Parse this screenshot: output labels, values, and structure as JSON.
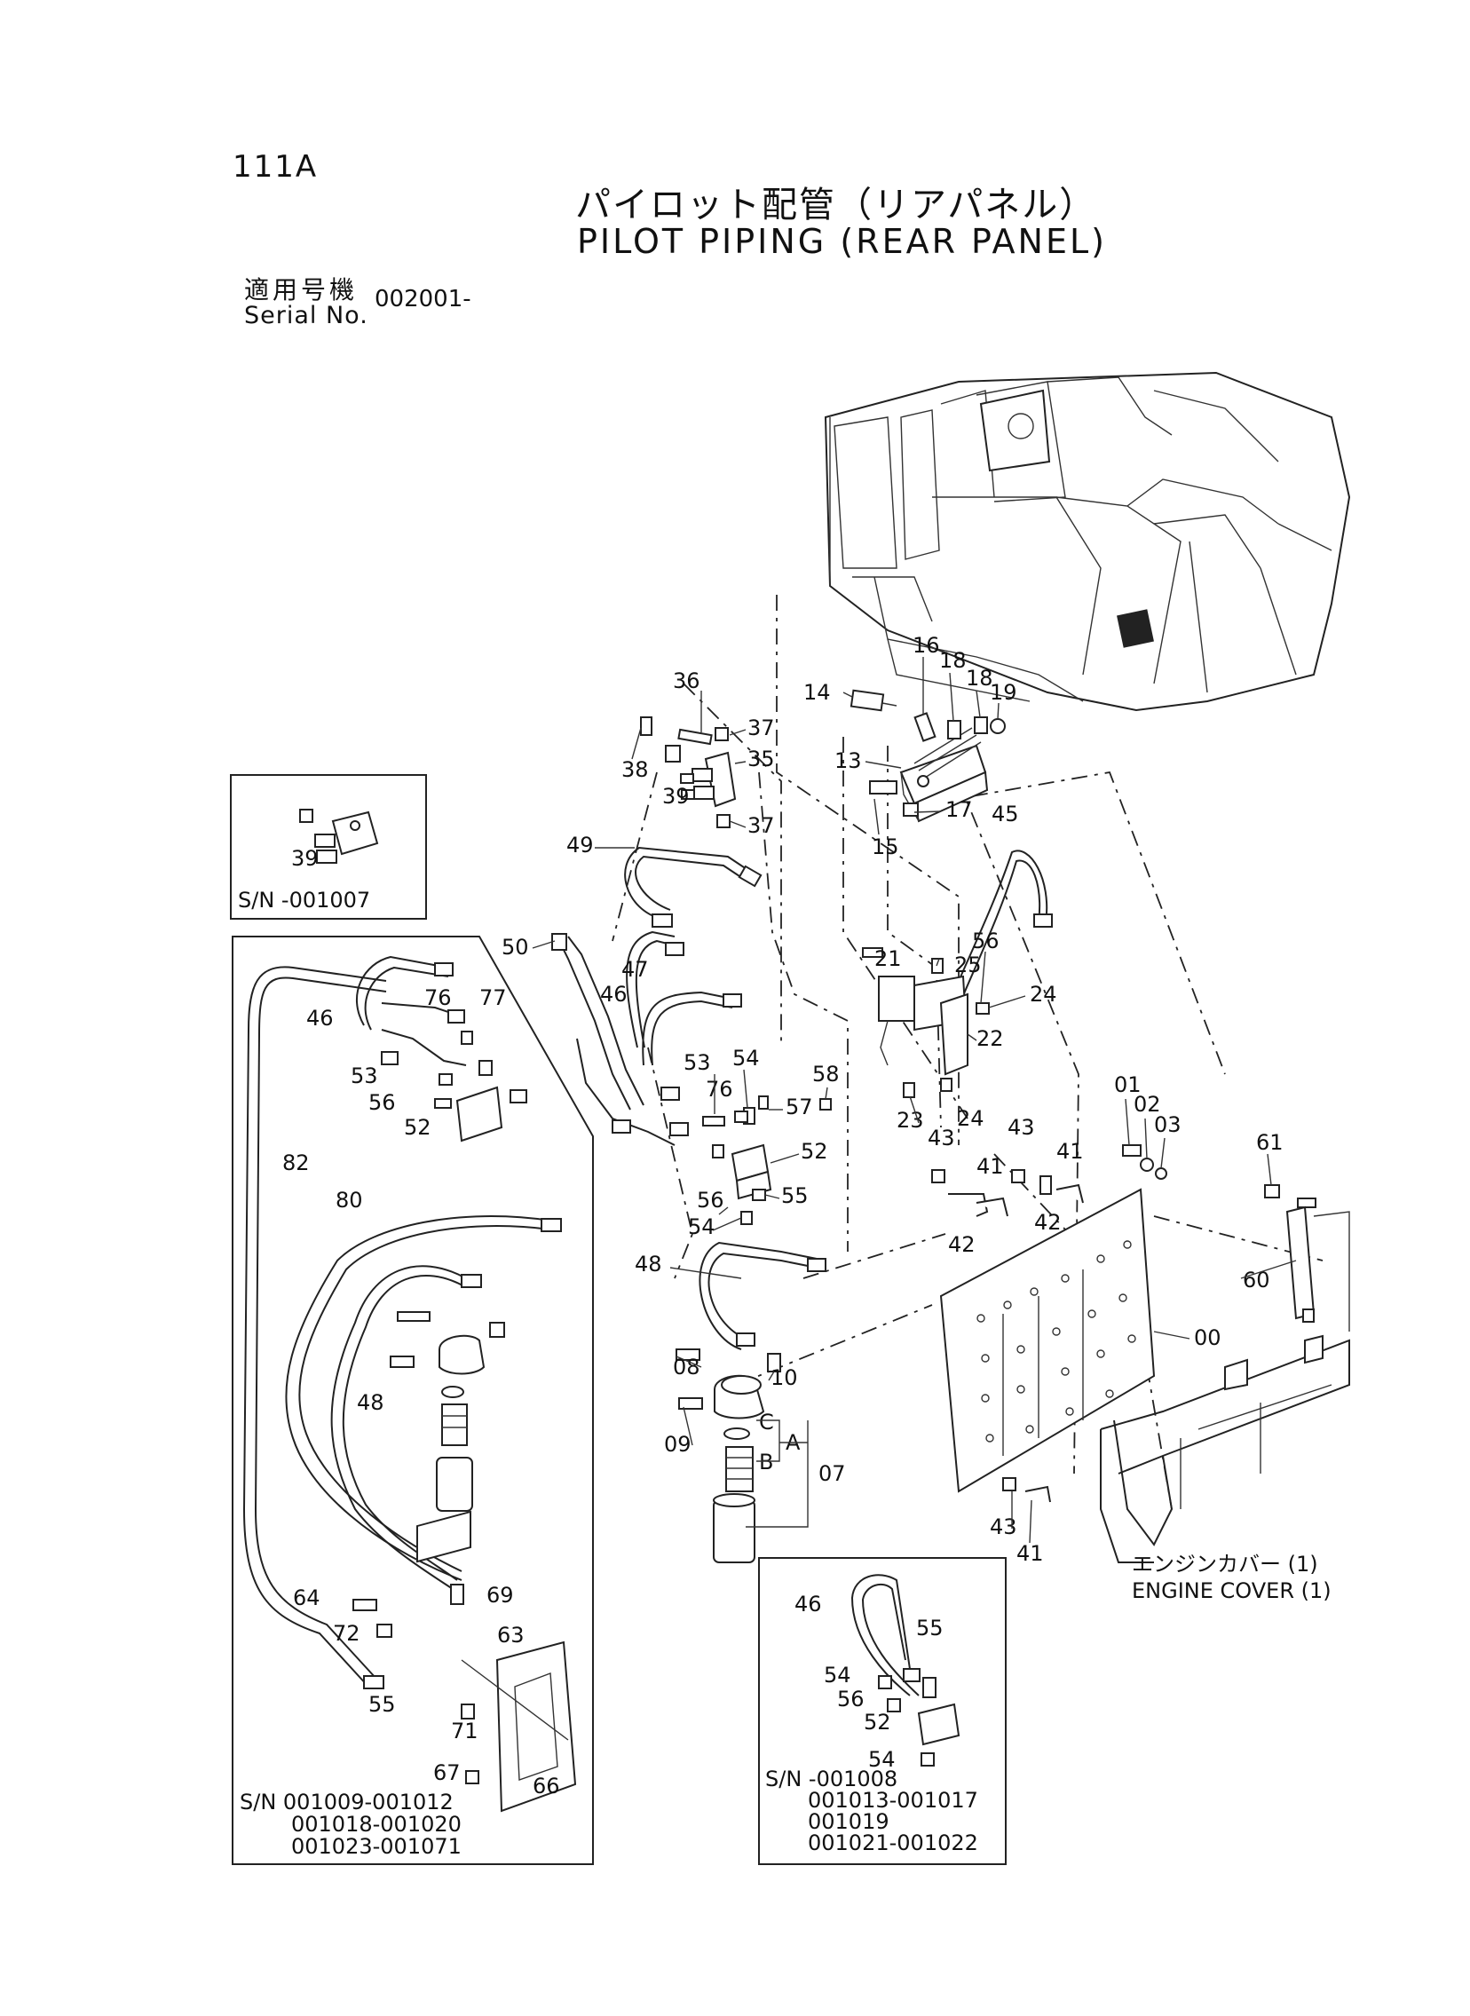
{
  "header": {
    "page_code": "111A",
    "title_jp": "パイロット配管（リアパネル）",
    "title_en": "PILOT PIPING (REAR PANEL)",
    "serial_label_jp": "適用号機",
    "serial_label_en": "Serial No.",
    "serial_value": "002001-"
  },
  "insets": {
    "top_left": {
      "sn": "S/N -001007",
      "labels": [
        "39"
      ]
    },
    "left_large": {
      "sn": [
        "S/N 001009-001012",
        "001018-001020",
        "001023-001071"
      ],
      "labels": [
        "46",
        "76",
        "77",
        "53",
        "56",
        "52",
        "82",
        "80",
        "48",
        "64",
        "69",
        "72",
        "63",
        "55",
        "71",
        "67",
        "66"
      ]
    },
    "bottom_center": {
      "sn": [
        "S/N -001008",
        "001013-001017",
        "001019",
        "001021-001022"
      ],
      "labels": [
        "46",
        "55",
        "54",
        "56",
        "52",
        "54"
      ]
    }
  },
  "callouts": {
    "main": [
      "36",
      "37",
      "35",
      "38",
      "39",
      "37",
      "49",
      "14",
      "16",
      "18",
      "18",
      "19",
      "13",
      "17",
      "15",
      "45",
      "50",
      "47",
      "46",
      "21",
      "25",
      "56",
      "24",
      "22",
      "53",
      "54",
      "76",
      "57",
      "58",
      "52",
      "55",
      "56",
      "54",
      "23",
      "24",
      "43",
      "43",
      "41",
      "41",
      "42",
      "42",
      "01",
      "02",
      "03",
      "61",
      "60",
      "00",
      "48",
      "08",
      "10",
      "09",
      "C",
      "A",
      "B",
      "07",
      "43",
      "41"
    ]
  },
  "engine_cover": {
    "jp": "エンジンカバー (1)",
    "en": "ENGINE COVER (1)"
  }
}
